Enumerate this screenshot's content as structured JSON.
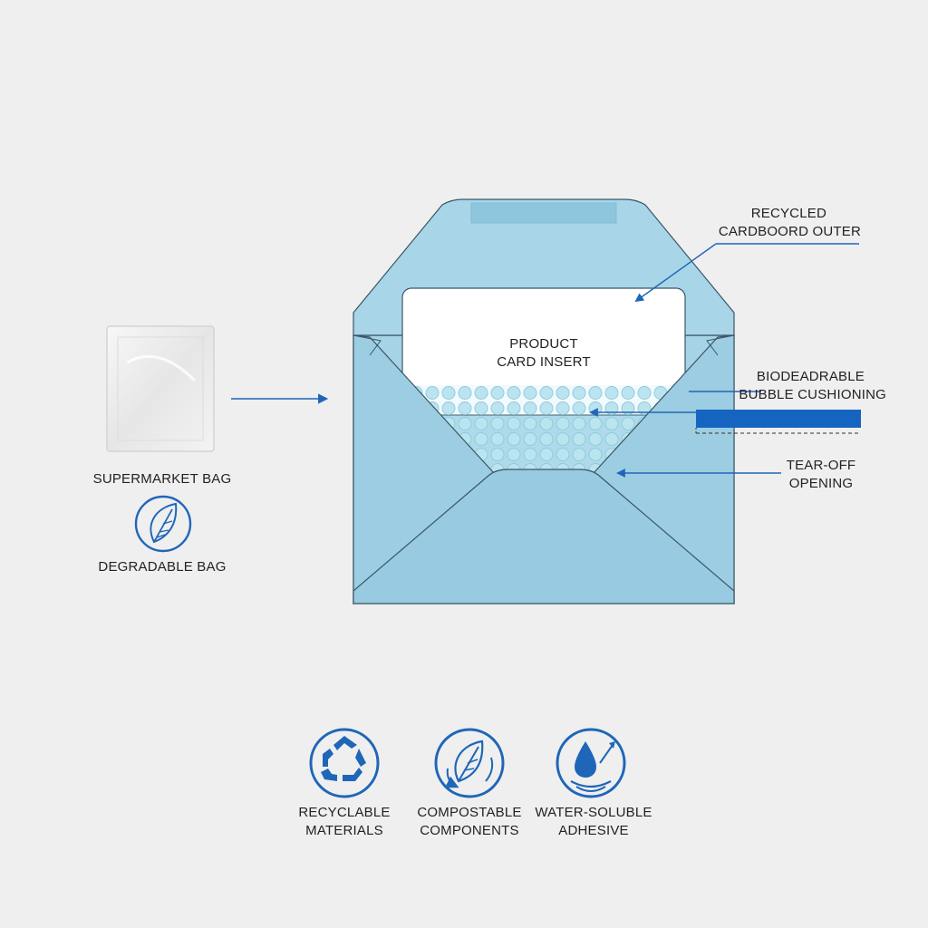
{
  "left_panel": {
    "bag_label": "SUPERMARKET BAG",
    "icon_label": "DEGRADABLE BAG",
    "icon": "leaf-icon"
  },
  "envelope": {
    "card_label_line1": "PRODUCT",
    "card_label_line2": "CARD INSERT"
  },
  "callouts": {
    "outer_line1": "RECYCLED",
    "outer_line2": "CARDBOORD OUTER",
    "bubble_line1": "BIODEADRABLE",
    "bubble_line2": "BUBBLE CUSHIONING",
    "tear_line1": "TEAR-OFF",
    "tear_line2": "OPENING"
  },
  "legend": [
    {
      "icon": "recycle-icon",
      "line1": "RECYCLABLE",
      "line2": "MATERIALS"
    },
    {
      "icon": "compost-leaf-icon",
      "line1": "COMPOSTABLE",
      "line2": "COMPONENTS"
    },
    {
      "icon": "water-drop-icon",
      "line1": "WATER-SOLUBLE",
      "line2": "ADHESIVE"
    }
  ],
  "colors": {
    "background": "#efefef",
    "envelope_fill": "#9fd0e4",
    "envelope_edge": "#3b5666",
    "accent_blue": "#1f66b8",
    "strip_blue": "#1565c0"
  }
}
